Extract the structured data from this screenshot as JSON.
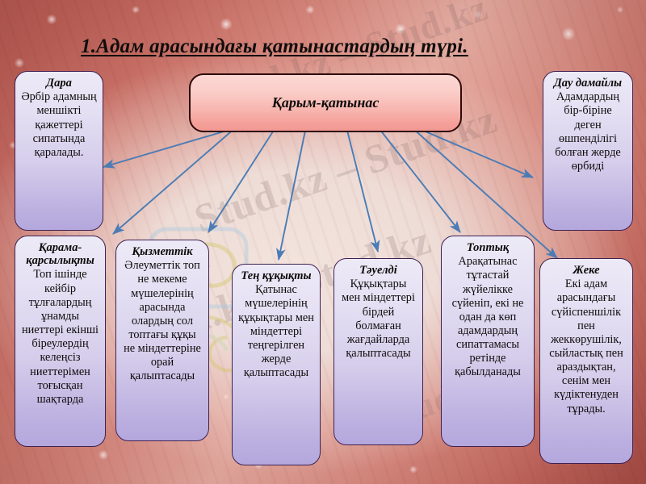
{
  "page": {
    "title": "1.Адам арасындағы қатынастардың түрі.",
    "watermark": "Stud.kz – Stud.kz",
    "watermark_short": "Stud.kz",
    "background_color": "#c96a63",
    "node_border_color": "#3f2152",
    "center_border_color": "#2e0a08",
    "arrow_color": "#4a7cb5"
  },
  "center": {
    "label": "Қарым-қатынас"
  },
  "nodes": [
    {
      "id": "dara",
      "heading": "Дара",
      "body": "Әрбір адамның меншікті қажеттері сипатында қаралады."
    },
    {
      "id": "dau-damayly",
      "heading": "Дау дамайлы",
      "body": "Адамдардың бір-біріне деген өшпенділігі болған жерде өрбиді"
    },
    {
      "id": "qarama-qarsylyqty",
      "heading": "Қарама-қарсылықты",
      "body": "Топ ішінде кейбір тұлғалардың ұнамды ниеттері екінші біреулердің келеңсіз ниеттерімен тоғысқан шақтарда"
    },
    {
      "id": "qyzmettik",
      "heading": "Қызметтік",
      "body": "Әлеуметтік топ не мекеме мүшелерінің арасында олардың сол топтағы құқы не міндеттеріне орай қалыптасады"
    },
    {
      "id": "ten-quqyqty",
      "heading": "Тең құқықты",
      "body": "Қатынас мүшелерінің құқықтары мен міндеттері теңгерілген жерде қалыптасады"
    },
    {
      "id": "tauelds",
      "heading": "Тәуелді",
      "body": "Құқықтары мен міндеттері бірдей болмаған жағдайларда қалыптасады"
    },
    {
      "id": "toptyq",
      "heading": "Топтық",
      "body": "Арақатынас тұтастай жүйелікке сүйеніп, екі не одан да көп адамдардың сипаттамасы ретінде қабылданады"
    },
    {
      "id": "zheke",
      "heading": "Жеке",
      "body": "Екі адам арасындағы сүйіспеншілік пен жеккөрушілік, сыйластық пен араздықтан, сенім мен күдіктенуден тұрады."
    }
  ]
}
